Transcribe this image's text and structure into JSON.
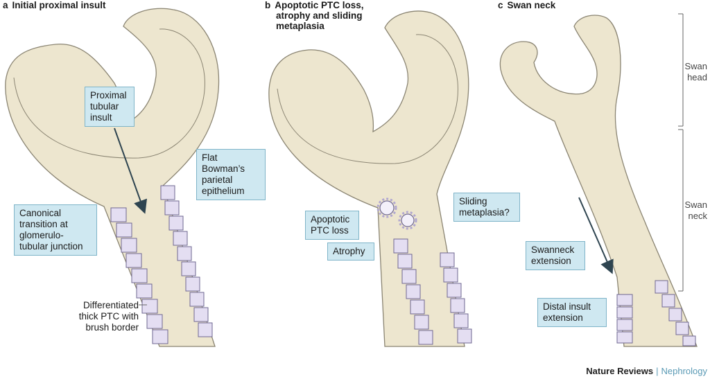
{
  "panels": {
    "a": {
      "letter": "a",
      "title": [
        "Initial proximal insult"
      ]
    },
    "b": {
      "letter": "b",
      "title": [
        "Apoptotic PTC loss,",
        "atrophy and sliding",
        "metaplasia"
      ]
    },
    "c": {
      "letter": "c",
      "title": [
        "Swan neck"
      ]
    }
  },
  "callouts": {
    "proximal_insult": [
      "Proximal",
      "tubular",
      "insult"
    ],
    "flat_bowman": [
      "Flat Bowman’s",
      "parietal",
      "epithelium"
    ],
    "canonical_transition": [
      "Canonical",
      "transition at",
      "glomerulo-",
      "tubular junction"
    ],
    "differentiated_ptc": [
      "Differentiated",
      "thick PTC with",
      "brush border"
    ],
    "apoptotic_loss": [
      "Apoptotic",
      "PTC loss"
    ],
    "atrophy": [
      "Atrophy"
    ],
    "sliding_metaplasia": [
      "Sliding",
      "metaplasia?"
    ],
    "swanneck_extension": [
      "Swanneck",
      "extension"
    ],
    "distal_insult": [
      "Distal insult",
      "extension"
    ]
  },
  "side_labels": {
    "swan_head": [
      "Swan",
      "head"
    ],
    "swan_neck": [
      "Swan",
      "neck"
    ]
  },
  "credit": {
    "journal": "Nature Reviews",
    "separator": "|",
    "field": "Nephrology"
  },
  "colors": {
    "tissue": "#ede6cf",
    "tissue_edge": "#8a8472",
    "epithelial_cell": "#e4def2",
    "nucleus": "#b0a6d0",
    "callout_fill": "#cfe8f1",
    "arrow": "#2e4450",
    "field_blue": "#5a9ab5"
  }
}
